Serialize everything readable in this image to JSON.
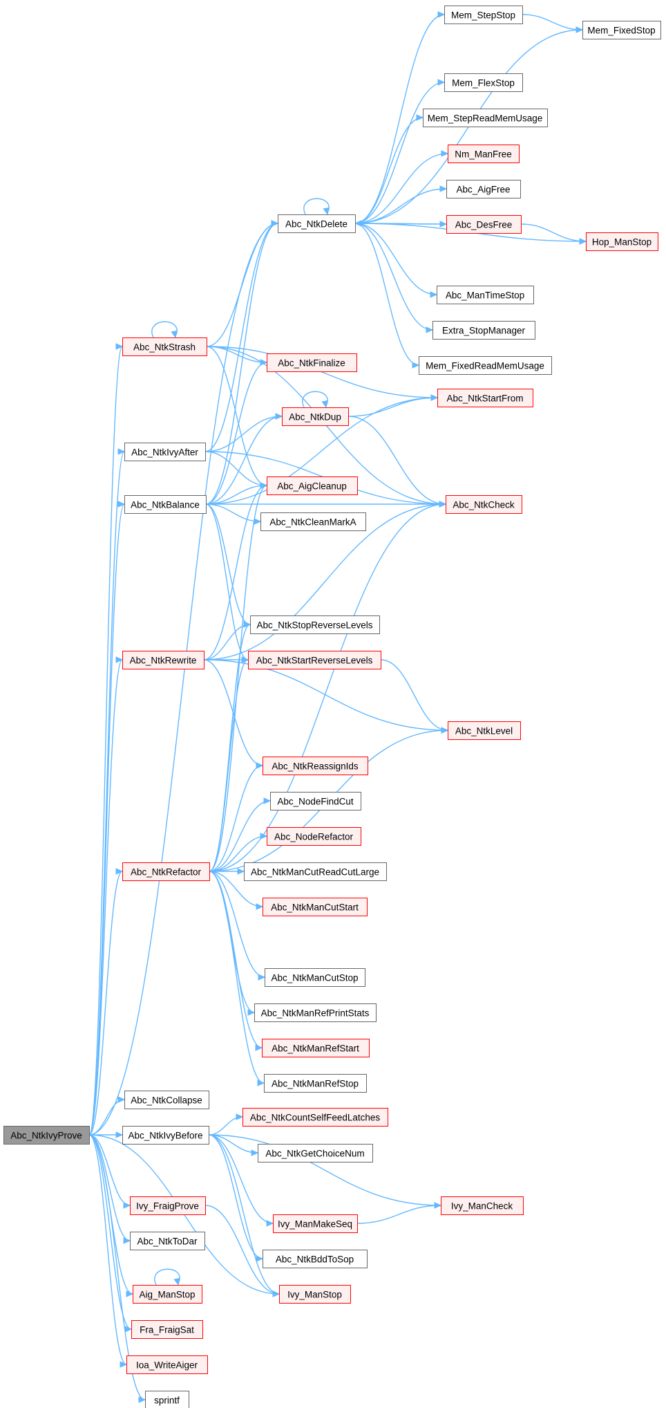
{
  "nodes": [
    {
      "id": "root",
      "label": "Abc_NtkIvyProve",
      "variant": "root"
    },
    {
      "id": "delete",
      "label": "Abc_NtkDelete",
      "variant": "plain"
    },
    {
      "id": "stepstop",
      "label": "Mem_StepStop",
      "variant": "plain"
    },
    {
      "id": "fixedstop",
      "label": "Mem_FixedStop",
      "variant": "plain"
    },
    {
      "id": "flexstop",
      "label": "Mem_FlexStop",
      "variant": "plain"
    },
    {
      "id": "stepread",
      "label": "Mem_StepReadMemUsage",
      "variant": "plain"
    },
    {
      "id": "nmfree",
      "label": "Nm_ManFree",
      "variant": "red"
    },
    {
      "id": "aigfree",
      "label": "Abc_AigFree",
      "variant": "plain"
    },
    {
      "id": "desfree",
      "label": "Abc_DesFree",
      "variant": "red"
    },
    {
      "id": "hopstop",
      "label": "Hop_ManStop",
      "variant": "red"
    },
    {
      "id": "timestop",
      "label": "Abc_ManTimeStop",
      "variant": "plain"
    },
    {
      "id": "extrastop",
      "label": "Extra_StopManager",
      "variant": "plain"
    },
    {
      "id": "fixedread",
      "label": "Mem_FixedReadMemUsage",
      "variant": "plain"
    },
    {
      "id": "startfrom",
      "label": "Abc_NtkStartFrom",
      "variant": "red"
    },
    {
      "id": "check",
      "label": "Abc_NtkCheck",
      "variant": "red"
    },
    {
      "id": "strash",
      "label": "Abc_NtkStrash",
      "variant": "red"
    },
    {
      "id": "finalize",
      "label": "Abc_NtkFinalize",
      "variant": "red"
    },
    {
      "id": "dup",
      "label": "Abc_NtkDup",
      "variant": "red"
    },
    {
      "id": "ivyafter",
      "label": "Abc_NtkIvyAfter",
      "variant": "plain"
    },
    {
      "id": "aigcleanup",
      "label": "Abc_AigCleanup",
      "variant": "red"
    },
    {
      "id": "balance",
      "label": "Abc_NtkBalance",
      "variant": "plain"
    },
    {
      "id": "cleanmarka",
      "label": "Abc_NtkCleanMarkA",
      "variant": "plain"
    },
    {
      "id": "stoprev",
      "label": "Abc_NtkStopReverseLevels",
      "variant": "plain"
    },
    {
      "id": "rewrite",
      "label": "Abc_NtkRewrite",
      "variant": "red"
    },
    {
      "id": "startrev",
      "label": "Abc_NtkStartReverseLevels",
      "variant": "red"
    },
    {
      "id": "level",
      "label": "Abc_NtkLevel",
      "variant": "red"
    },
    {
      "id": "reassign",
      "label": "Abc_NtkReassignIds",
      "variant": "red"
    },
    {
      "id": "findcut",
      "label": "Abc_NodeFindCut",
      "variant": "plain"
    },
    {
      "id": "noderef",
      "label": "Abc_NodeRefactor",
      "variant": "red"
    },
    {
      "id": "refactor",
      "label": "Abc_NtkRefactor",
      "variant": "red"
    },
    {
      "id": "cutreadlarge",
      "label": "Abc_NtkManCutReadCutLarge",
      "variant": "plain"
    },
    {
      "id": "cutstart",
      "label": "Abc_NtkManCutStart",
      "variant": "red"
    },
    {
      "id": "cutstop",
      "label": "Abc_NtkManCutStop",
      "variant": "plain"
    },
    {
      "id": "refprint",
      "label": "Abc_NtkManRefPrintStats",
      "variant": "plain"
    },
    {
      "id": "refstart",
      "label": "Abc_NtkManRefStart",
      "variant": "red"
    },
    {
      "id": "refstop",
      "label": "Abc_NtkManRefStop",
      "variant": "plain"
    },
    {
      "id": "collapse",
      "label": "Abc_NtkCollapse",
      "variant": "plain"
    },
    {
      "id": "countself",
      "label": "Abc_NtkCountSelfFeedLatches",
      "variant": "red"
    },
    {
      "id": "ivybefore",
      "label": "Abc_NtkIvyBefore",
      "variant": "plain"
    },
    {
      "id": "choicenum",
      "label": "Abc_NtkGetChoiceNum",
      "variant": "plain"
    },
    {
      "id": "fraigprove",
      "label": "Ivy_FraigProve",
      "variant": "red"
    },
    {
      "id": "ivycheck",
      "label": "Ivy_ManCheck",
      "variant": "red"
    },
    {
      "id": "makeseq",
      "label": "Ivy_ManMakeSeq",
      "variant": "red"
    },
    {
      "id": "todar",
      "label": "Abc_NtkToDar",
      "variant": "plain"
    },
    {
      "id": "bddtosop",
      "label": "Abc_NtkBddToSop",
      "variant": "plain"
    },
    {
      "id": "aigstop",
      "label": "Aig_ManStop",
      "variant": "red"
    },
    {
      "id": "ivystop",
      "label": "Ivy_ManStop",
      "variant": "red"
    },
    {
      "id": "fraigsat",
      "label": "Fra_FraigSat",
      "variant": "red"
    },
    {
      "id": "writeaiger",
      "label": "Ioa_WriteAiger",
      "variant": "red"
    },
    {
      "id": "sprintf",
      "label": "sprintf",
      "variant": "plain"
    }
  ],
  "edges": [
    [
      "root",
      "delete"
    ],
    [
      "root",
      "strash"
    ],
    [
      "root",
      "ivyafter"
    ],
    [
      "root",
      "balance"
    ],
    [
      "root",
      "rewrite"
    ],
    [
      "root",
      "refactor"
    ],
    [
      "root",
      "collapse"
    ],
    [
      "root",
      "ivybefore"
    ],
    [
      "root",
      "fraigprove"
    ],
    [
      "root",
      "todar"
    ],
    [
      "root",
      "aigstop"
    ],
    [
      "root",
      "ivystop"
    ],
    [
      "root",
      "fraigsat"
    ],
    [
      "root",
      "writeaiger"
    ],
    [
      "root",
      "sprintf"
    ],
    [
      "delete",
      "stepstop"
    ],
    [
      "delete",
      "fixedstop"
    ],
    [
      "delete",
      "flexstop"
    ],
    [
      "delete",
      "stepread"
    ],
    [
      "delete",
      "nmfree"
    ],
    [
      "delete",
      "aigfree"
    ],
    [
      "delete",
      "desfree"
    ],
    [
      "delete",
      "hopstop"
    ],
    [
      "delete",
      "timestop"
    ],
    [
      "delete",
      "extrastop"
    ],
    [
      "delete",
      "fixedread"
    ],
    [
      "delete",
      "delete"
    ],
    [
      "stepstop",
      "fixedstop"
    ],
    [
      "desfree",
      "delete"
    ],
    [
      "desfree",
      "hopstop"
    ],
    [
      "strash",
      "delete"
    ],
    [
      "strash",
      "startfrom"
    ],
    [
      "strash",
      "finalize"
    ],
    [
      "strash",
      "aigcleanup"
    ],
    [
      "strash",
      "check"
    ],
    [
      "strash",
      "strash"
    ],
    [
      "ivyafter",
      "delete"
    ],
    [
      "ivyafter",
      "dup"
    ],
    [
      "ivyafter",
      "aigcleanup"
    ],
    [
      "ivyafter",
      "check"
    ],
    [
      "dup",
      "startfrom"
    ],
    [
      "dup",
      "check"
    ],
    [
      "dup",
      "dup"
    ],
    [
      "balance",
      "delete"
    ],
    [
      "balance",
      "finalize"
    ],
    [
      "balance",
      "dup"
    ],
    [
      "balance",
      "aigcleanup"
    ],
    [
      "balance",
      "cleanmarka"
    ],
    [
      "balance",
      "check"
    ],
    [
      "balance",
      "stoprev"
    ],
    [
      "balance",
      "startrev"
    ],
    [
      "balance",
      "startfrom"
    ],
    [
      "rewrite",
      "aigcleanup"
    ],
    [
      "rewrite",
      "check"
    ],
    [
      "rewrite",
      "stoprev"
    ],
    [
      "rewrite",
      "startrev"
    ],
    [
      "rewrite",
      "level"
    ],
    [
      "rewrite",
      "reassign"
    ],
    [
      "startrev",
      "level"
    ],
    [
      "refactor",
      "aigcleanup"
    ],
    [
      "refactor",
      "check"
    ],
    [
      "refactor",
      "stoprev"
    ],
    [
      "refactor",
      "startrev"
    ],
    [
      "refactor",
      "level"
    ],
    [
      "refactor",
      "reassign"
    ],
    [
      "refactor",
      "findcut"
    ],
    [
      "refactor",
      "noderef"
    ],
    [
      "refactor",
      "cutreadlarge"
    ],
    [
      "refactor",
      "cutstart"
    ],
    [
      "refactor",
      "cutstop"
    ],
    [
      "refactor",
      "refprint"
    ],
    [
      "refactor",
      "refstart"
    ],
    [
      "refactor",
      "refstop"
    ],
    [
      "ivybefore",
      "countself"
    ],
    [
      "ivybefore",
      "choicenum"
    ],
    [
      "ivybefore",
      "ivycheck"
    ],
    [
      "ivybefore",
      "makeseq"
    ],
    [
      "ivybefore",
      "bddtosop"
    ],
    [
      "ivybefore",
      "ivystop"
    ],
    [
      "makeseq",
      "ivycheck"
    ],
    [
      "fraigprove",
      "ivystop"
    ],
    [
      "aigstop",
      "aigstop"
    ]
  ],
  "colors": {
    "edge": "#63b8ff",
    "border_plain": "#666666",
    "border_red": "#ff0000",
    "fill_plain": "#ffffff",
    "fill_red": "#fff0f0",
    "fill_root": "#999999",
    "border_root": "#666666",
    "text": "#000000"
  }
}
